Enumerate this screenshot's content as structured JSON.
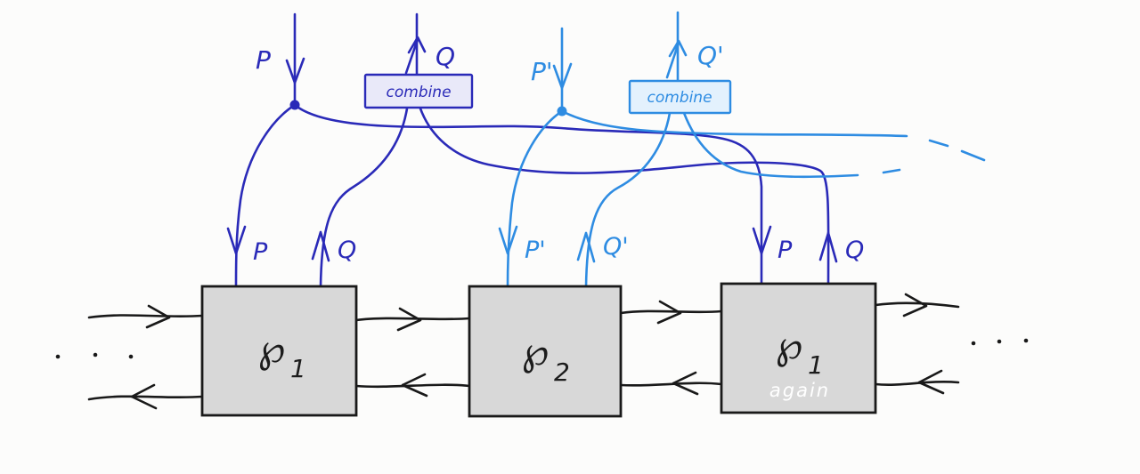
{
  "top_flows": {
    "p_in": "P",
    "q_out": "Q",
    "p_prime_in": "P'",
    "q_prime_out": "Q'"
  },
  "combine_boxes": {
    "first": "combine",
    "second": "combine"
  },
  "ports": {
    "box1_p": "P",
    "box1_q": "Q",
    "box2_p": "P'",
    "box2_q": "Q'",
    "box3_p": "P",
    "box3_q": "Q"
  },
  "process_boxes": [
    {
      "glyph": "℘",
      "subscript": "1",
      "note": ""
    },
    {
      "glyph": "℘",
      "subscript": "2",
      "note": ""
    },
    {
      "glyph": "℘",
      "subscript": "1",
      "note": "again"
    }
  ],
  "colors": {
    "dark_blue": "#2a2ab8",
    "light_blue": "#2e8ce2",
    "ink_black": "#191919",
    "box_fill": "#d8d8d8",
    "combine1_fill": "#e9e9f9",
    "combine2_fill": "#e3f1fd",
    "again_text": "#ffffff",
    "background": "#fcfcfb"
  }
}
